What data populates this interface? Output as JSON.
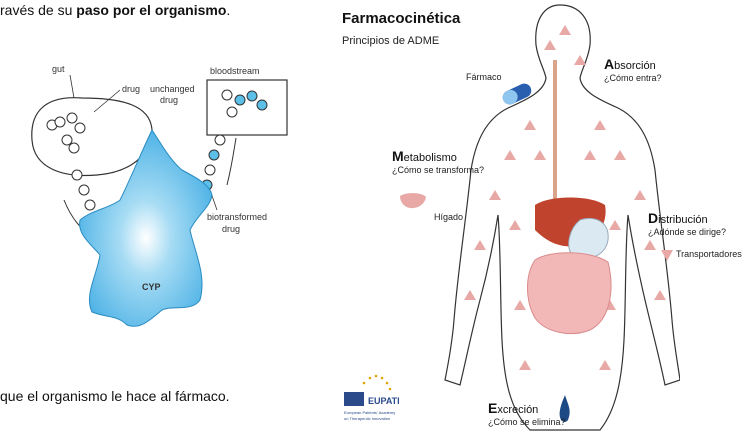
{
  "left_text": {
    "top_line_prefix": "ravés de su ",
    "top_line_bold": "paso por el organismo",
    "top_line_suffix": ".",
    "bottom_line": "que el organismo le hace al fármaco."
  },
  "cyp_diagram": {
    "gut_label": "gut",
    "drug_label": "drug",
    "bloodstream_label": "bloodstream",
    "unchanged_label_1": "unchanged",
    "unchanged_label_2": "drug",
    "biotransformed_label_1": "biotransformed",
    "biotransformed_label_2": "drug",
    "enzyme_label": "CYP",
    "enzyme_color": "#5bbfe8"
  },
  "adme": {
    "title": "Farmacocinética",
    "subtitle": "Principios de ADME",
    "farmaco_label": "Fármaco",
    "absorcion_initial": "A",
    "absorcion_rest": "bsorción",
    "absorcion_q": "¿Cómo entra?",
    "metabolismo_initial": "M",
    "metabolismo_rest": "etabolismo",
    "metabolismo_q": "¿Cómo se transforma?",
    "higado_label": "Hígado",
    "distribucion_initial": "D",
    "distribucion_rest": "istribución",
    "distribucion_q": "¿Adónde se dirige?",
    "transportadores_label": "Transportadores",
    "excrecion_initial": "E",
    "excrecion_rest": "xcreción",
    "excrecion_q": "¿Cómo se elimina?",
    "eupati_name": "EUPATI",
    "eupati_line1": "European Patients' Academy",
    "eupati_line2": "on Therapeutic Innovation",
    "arrow_color": "#e8a9a6",
    "liver_color": "#c0432e",
    "intestine_color": "#f2b7b7"
  }
}
